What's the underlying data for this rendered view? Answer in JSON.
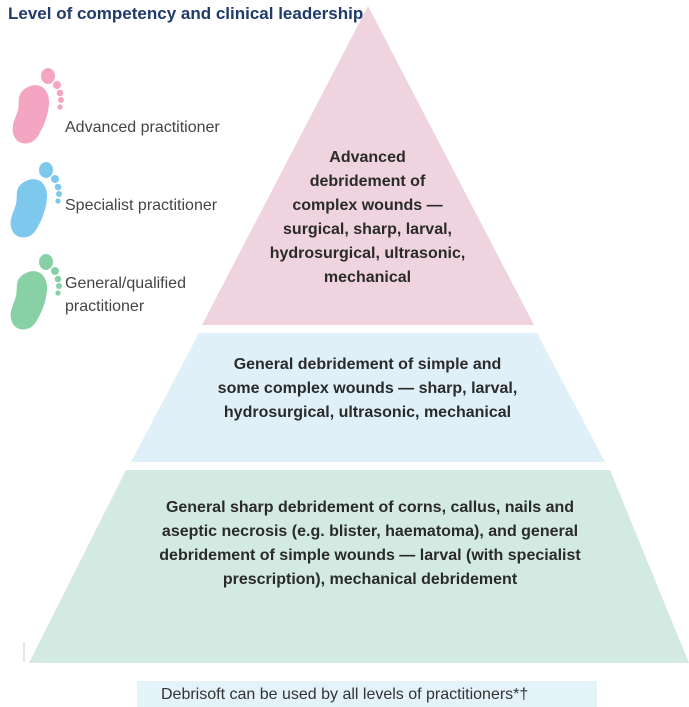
{
  "title": "Level of competency and clinical leadership",
  "colors": {
    "advanced": "#efd3df",
    "specialist": "#dff0f8",
    "general": "#d3eae3",
    "foot_advanced": "#f4a5c2",
    "foot_specialist": "#7ec8ee",
    "foot_general": "#88d0a6",
    "title": "#1f3a6b"
  },
  "legend": [
    {
      "label": "Advanced practitioner",
      "icon": "foot-icon"
    },
    {
      "label": "Specialist practitioner",
      "icon": "foot-icon"
    },
    {
      "label_line1": "General/qualified",
      "label_line2": "practitioner",
      "icon": "foot-icon"
    }
  ],
  "tiers": {
    "top": {
      "line1": "Advanced",
      "line2": "debridement of",
      "line3": "complex wounds —",
      "line4": "surgical, sharp, larval,",
      "line5": "hydrosurgical, ultrasonic,",
      "line6": "mechanical"
    },
    "middle": {
      "line1": "General debridement of simple and",
      "line2": "some complex wounds — sharp, larval,",
      "line3": "hydrosurgical, ultrasonic, mechanical"
    },
    "bottom": {
      "line1": "General sharp debridement of corns, callus, nails and",
      "line2": "aseptic necrosis (e.g. blister, haematoma), and general",
      "line3": "debridement of simple wounds — larval (with specialist",
      "line4": "prescription), mechanical debridement"
    }
  },
  "note": "Debrisoft can be used by all levels of practitioners*†"
}
